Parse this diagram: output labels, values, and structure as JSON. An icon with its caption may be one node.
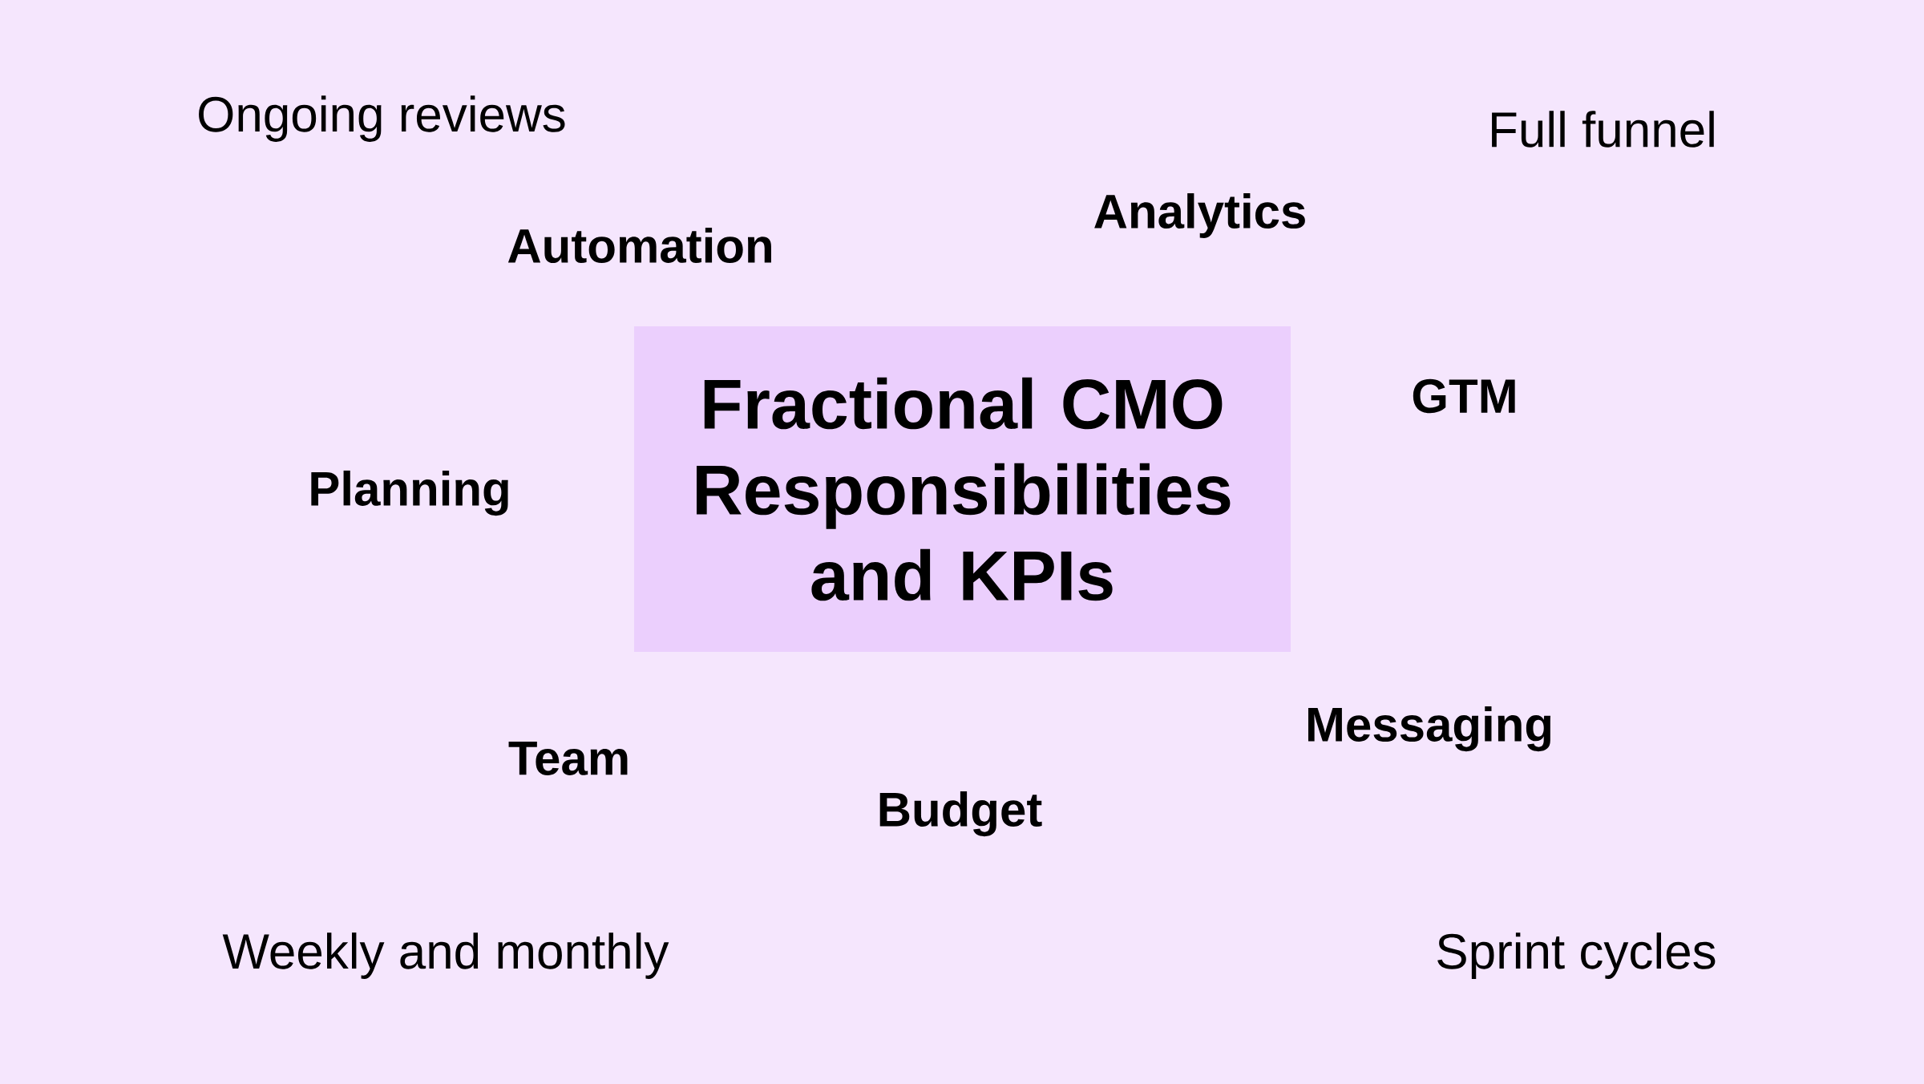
{
  "diagram": {
    "nodes": [
      {
        "text": [
          "Fractional CMO Responsibilities and KPIs"
        ]
      }
    ],
    "labels": [
      "Ongoing reviews",
      "Full funnel",
      "Analytics",
      "Automation",
      "GTM",
      "Planning",
      "Messaging",
      "Team",
      "Budget",
      "Weekly and monthly",
      "Sprint cycles"
    ]
  }
}
